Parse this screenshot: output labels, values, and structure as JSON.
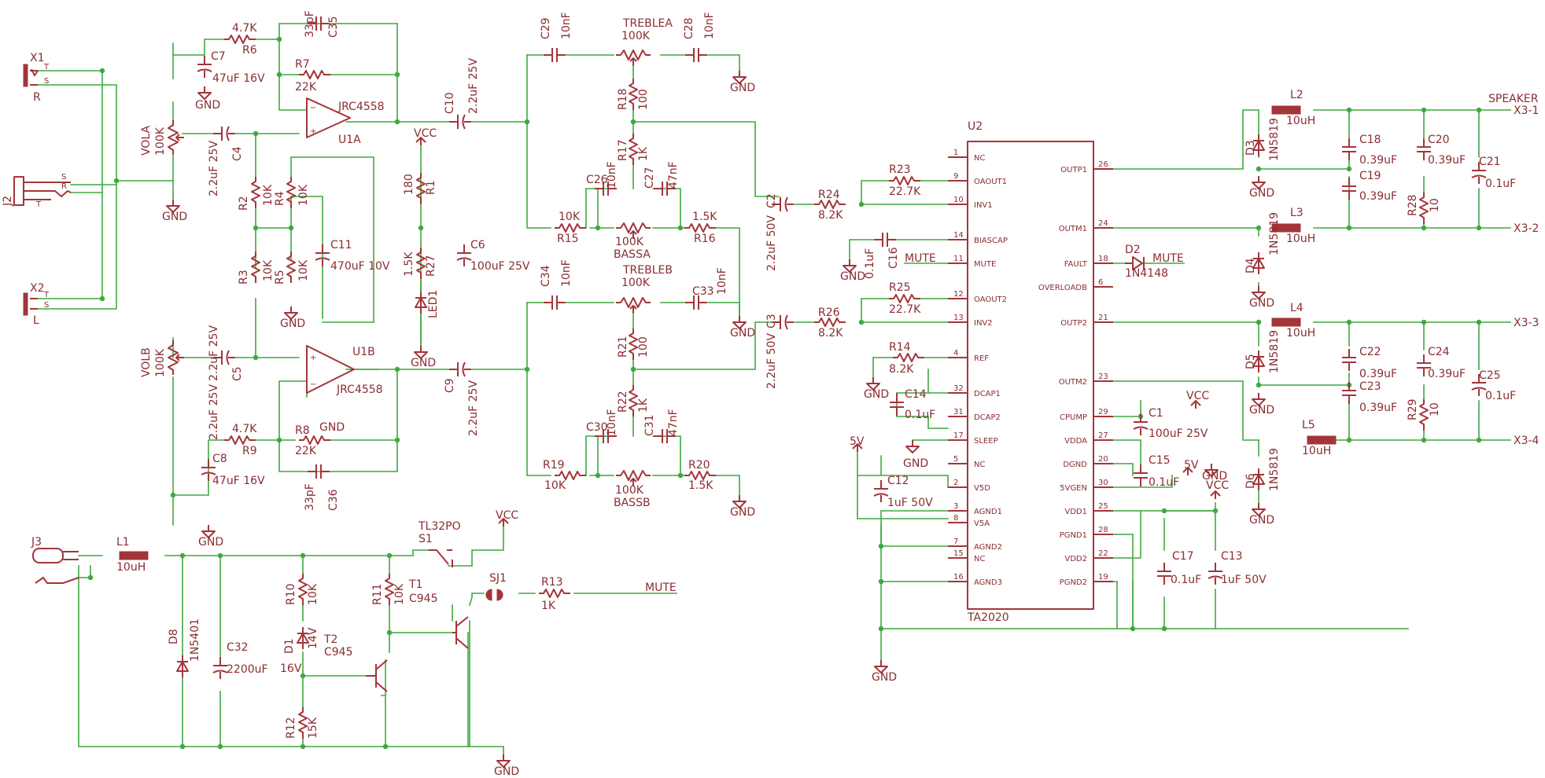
{
  "amp": {
    "name": "U2",
    "part": "TA2020",
    "pins_left": [
      {
        "num": "1",
        "name": "NC"
      },
      {
        "num": "9",
        "name": "OAOUT1"
      },
      {
        "num": "10",
        "name": "INV1"
      },
      {
        "num": "14",
        "name": "BIASCAP"
      },
      {
        "num": "11",
        "name": "MUTE"
      },
      {
        "num": "12",
        "name": "OAOUT2"
      },
      {
        "num": "13",
        "name": "INV2"
      },
      {
        "num": "4",
        "name": "REF"
      },
      {
        "num": "32",
        "name": "DCAP1"
      },
      {
        "num": "31",
        "name": "DCAP2"
      },
      {
        "num": "17",
        "name": "SLEEP"
      },
      {
        "num": "5",
        "name": "NC"
      },
      {
        "num": "2",
        "name": "V5D"
      },
      {
        "num": "3",
        "name": "AGND1"
      },
      {
        "num": "8",
        "name": "V5A"
      },
      {
        "num": "7",
        "name": "AGND2"
      },
      {
        "num": "15",
        "name": "NC"
      },
      {
        "num": "16",
        "name": "AGND3"
      }
    ],
    "pins_right": [
      {
        "num": "26",
        "name": "OUTP1"
      },
      {
        "num": "24",
        "name": "OUTM1"
      },
      {
        "num": "18",
        "name": "FAULT"
      },
      {
        "num": "6",
        "name": "OVERLOADB"
      },
      {
        "num": "21",
        "name": "OUTP2"
      },
      {
        "num": "23",
        "name": "OUTM2"
      },
      {
        "num": "29",
        "name": "CPUMP"
      },
      {
        "num": "27",
        "name": "VDDA"
      },
      {
        "num": "20",
        "name": "DGND"
      },
      {
        "num": "30",
        "name": "5VGEN"
      },
      {
        "num": "25",
        "name": "VDD1"
      },
      {
        "num": "28",
        "name": "PGND1"
      },
      {
        "num": "22",
        "name": "VDD2"
      },
      {
        "num": "19",
        "name": "PGND2"
      }
    ]
  },
  "labels": {
    "x1": "X1",
    "x2": "X2",
    "j2": "J2",
    "j3": "J3",
    "t": "T",
    "s": "S",
    "r": "R",
    "l": "L",
    "vola": "VOLA",
    "volb": "VOLB",
    "k100": "100K",
    "gnd": "GND",
    "vcc": "VCC",
    "v5": "5V",
    "r6": "R6",
    "r6v": "4.7K",
    "c7": "C7",
    "c7v": "47uF 16V",
    "c35": "C35",
    "c35v": "33pF",
    "r7": "R7",
    "r7v": "22K",
    "u1a": "U1A",
    "u1b": "U1B",
    "jrc": "JRC4558",
    "c4": "C4",
    "c5": "C5",
    "cv22": "2.2uF 25V",
    "r2": "R2",
    "r3": "R3",
    "r4": "R4",
    "r5": "R5",
    "k10": "10K",
    "c11": "C11",
    "c11v": "470uF 10V",
    "r1": "R1",
    "r1v": "180",
    "r27": "R27",
    "r27v": "1.5K",
    "led1": "LED1",
    "c6": "C6",
    "c6v": "100uF 25V",
    "c10": "C10",
    "c9": "C9",
    "c29": "C29",
    "c28": "C28",
    "c26": "C26",
    "c27": "C27",
    "c34": "C34",
    "c33": "C33",
    "c30": "C30",
    "c31": "C31",
    "nf10": "10nF",
    "nf47": "47nF",
    "treblea": "TREBLEA",
    "trebleb": "TREBLEB",
    "bassa": "BASSA",
    "bassb": "BASSB",
    "r18": "R18",
    "r21": "R21",
    "r100": "100",
    "r17": "R17",
    "r22": "R22",
    "k1": "1K",
    "r15": "R15",
    "r16": "R16",
    "r19": "R19",
    "r20": "R20",
    "k15": "1.5K",
    "r8": "R8",
    "r8v": "22K",
    "r9": "R9",
    "r9v": "4.7K",
    "c8": "C8",
    "c8v": "47uF 16V",
    "c36": "C36",
    "c36v": "33pF",
    "c2": "C2",
    "c3": "C3",
    "c50": "2.2uF 50V",
    "r24": "R24",
    "r26": "R26",
    "k82": "8.2K",
    "r23": "R23",
    "r25": "R25",
    "k227": "22.7K",
    "c16": "C16",
    "uf01": "0.1uF",
    "mute": "MUTE",
    "r14": "R14",
    "r14v": "8.2K",
    "c14": "C14",
    "c14v": "0.1uF",
    "c12": "C12",
    "c12v": "1uF 50V",
    "d2": "D2",
    "d2v": "1N4148",
    "c1": "C1",
    "c1v": "100uF 25V",
    "c15": "C15",
    "c15v": "0.1uF",
    "c17": "C17",
    "c17v": "0.1uF",
    "c13": "C13",
    "c13v": "1uF 50V",
    "l2": "L2",
    "l3": "L3",
    "l4": "L4",
    "l5": "L5",
    "l1": "L1",
    "uh10": "10uH",
    "d3": "D3",
    "d4": "D4",
    "d5": "D5",
    "d6": "D6",
    "n5819": "1N5819",
    "c18": "C18",
    "c19": "C19",
    "c20": "C20",
    "c21": "C21",
    "c22": "C22",
    "c23": "C23",
    "c24": "C24",
    "c25": "C25",
    "uf039": "0.39uF",
    "uf01b": "0.1uF",
    "r28": "R28",
    "r29": "R29",
    "r10v": "10",
    "speaker": "SPEAKER",
    "x31": "X3-1",
    "x32": "X3-2",
    "x33": "X3-3",
    "x34": "X3-4",
    "d8": "D8",
    "d8v": "1N5401",
    "c32": "C32",
    "c32v": "2200uF",
    "r10": "R10",
    "r10vv": "10K",
    "d1": "D1",
    "d1v": "14V",
    "d1v2": "16V",
    "r12": "R12",
    "r12v": "15K",
    "r11": "R11",
    "r11v": "10K",
    "t1": "T1",
    "t1v": "C945",
    "t2": "T2",
    "t2v": "C945",
    "s1": "S1",
    "tl": "TL32PO",
    "sj1": "SJ1",
    "r13": "R13",
    "r13v": "1K"
  }
}
